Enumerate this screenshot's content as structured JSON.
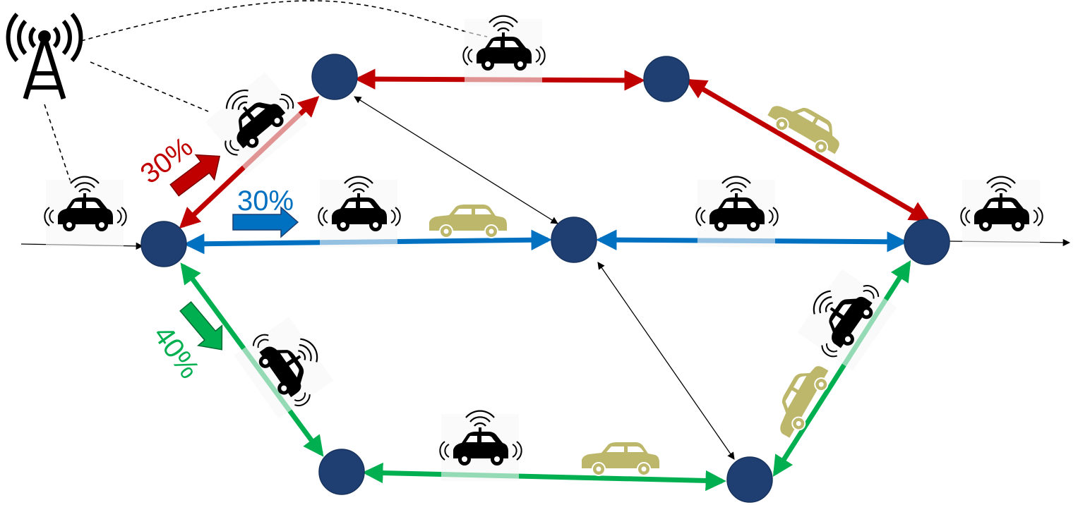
{
  "labels": {
    "red_share": "30%",
    "blue_share": "30%",
    "green_share": "40%"
  },
  "colors": {
    "node": "#1f3f73",
    "red_route": "#c00000",
    "blue_route": "#0070c0",
    "green_route": "#00b050",
    "autonomous_car": "#000000",
    "human_car": "#bdb76b",
    "thin_link": "#000000"
  },
  "icons": {
    "tower": "cell-tower-icon",
    "autonomous_vehicle": "autonomous-car-icon",
    "human_vehicle": "human-car-icon"
  },
  "network": {
    "node_count": 7,
    "routes": [
      "red",
      "blue",
      "green"
    ]
  }
}
